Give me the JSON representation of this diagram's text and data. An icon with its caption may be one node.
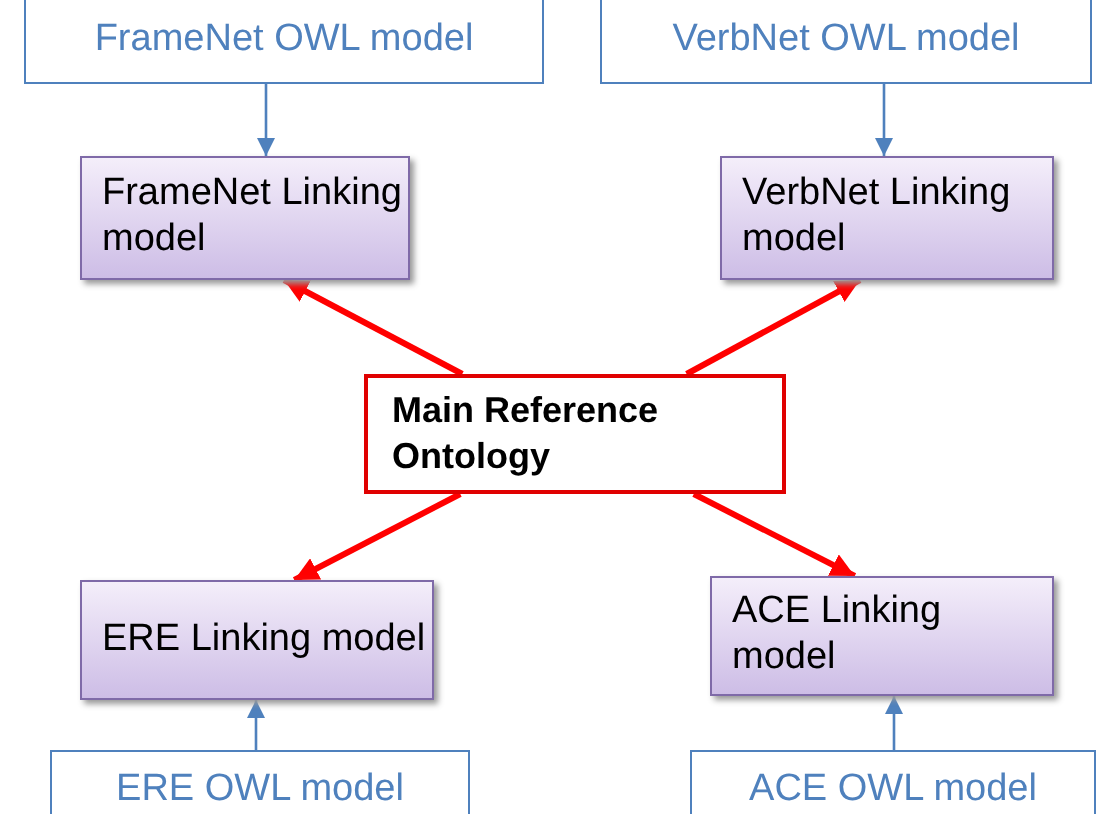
{
  "diagram": {
    "nodes": [
      {
        "text": [
          "FrameNet OWL model"
        ]
      },
      {
        "text": [
          "VerbNet OWL model"
        ]
      },
      {
        "text": [
          "FrameNet Linking model"
        ]
      },
      {
        "text": [
          "VerbNet Linking model"
        ]
      },
      {
        "text": [
          "Main Reference Ontology"
        ]
      },
      {
        "text": [
          "ERE Linking model"
        ]
      },
      {
        "text": [
          "ACE Linking model"
        ]
      },
      {
        "text": [
          "ERE OWL model"
        ]
      },
      {
        "text": [
          "ACE OWL model"
        ]
      }
    ],
    "edges": [
      {
        "from": 0,
        "to": 2,
        "arrow": "to",
        "color": "#4f81bd"
      },
      {
        "from": 1,
        "to": 3,
        "arrow": "to",
        "color": "#4f81bd"
      },
      {
        "from": 4,
        "to": 2,
        "arrow": "to",
        "style": "thick",
        "color": "#ff0000"
      },
      {
        "from": 4,
        "to": 3,
        "arrow": "to",
        "style": "thick",
        "color": "#ff0000"
      },
      {
        "from": 4,
        "to": 5,
        "arrow": "to",
        "style": "thick",
        "color": "#ff0000"
      },
      {
        "from": 4,
        "to": 6,
        "arrow": "to",
        "style": "thick",
        "color": "#ff0000"
      },
      {
        "from": 7,
        "to": 5,
        "arrow": "to",
        "color": "#4f81bd"
      },
      {
        "from": 8,
        "to": 6,
        "arrow": "to",
        "color": "#4f81bd"
      }
    ]
  }
}
